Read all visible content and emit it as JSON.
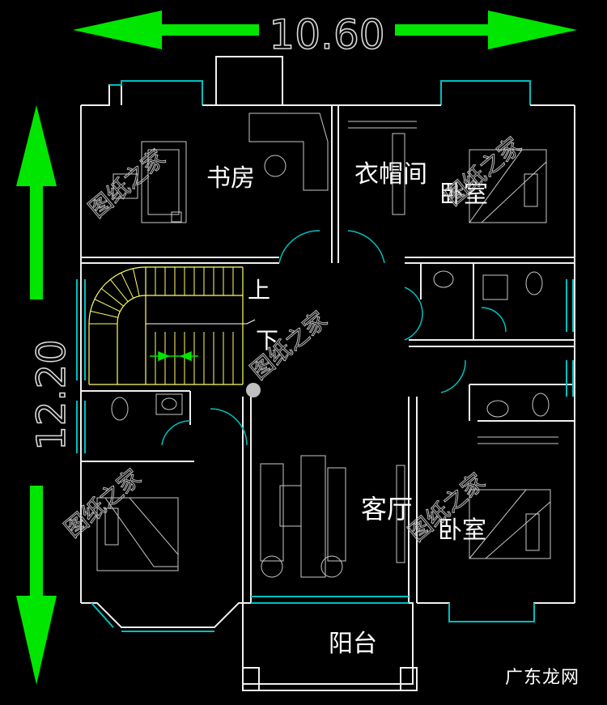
{
  "dimensions": {
    "width": "10.60",
    "height": "12.20"
  },
  "rooms": {
    "study": "书房",
    "cloakroom": "衣帽间",
    "bedroom_top_right": "卧室",
    "up": "上",
    "down": "下",
    "living_room": "客厅",
    "bedroom_right": "卧室",
    "balcony": "阳台"
  },
  "watermark": "图纸之家",
  "credit": "广东龙网",
  "colors": {
    "background": "#000000",
    "walls": "#ffffff",
    "dimension_arrows": "#00e600",
    "windows": "#00c0c0",
    "stair": "#ffff66",
    "furniture": "#d0d0d0"
  }
}
